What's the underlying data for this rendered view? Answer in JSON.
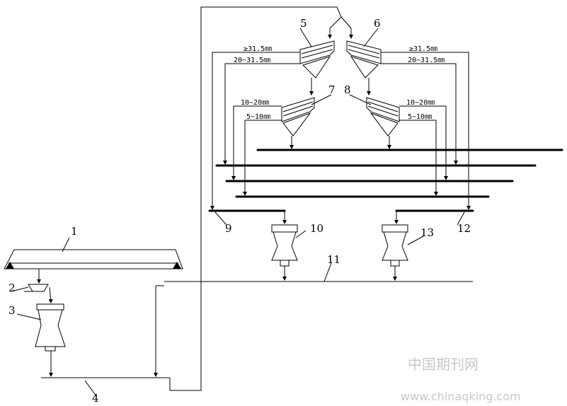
{
  "labels": {
    "n1": "1",
    "n2": "2",
    "n3": "3",
    "n4": "4",
    "n5": "5",
    "n6": "6",
    "n7": "7",
    "n8": "8",
    "n9": "9",
    "n10": "10",
    "n11": "11",
    "n12": "12",
    "n13": "13"
  },
  "sizes": {
    "left_over": "≥31.5㎜",
    "left_mid": "20~31.5㎜",
    "right_over": "≥31.5㎜",
    "right_mid": "20~31.5㎜",
    "left_10_20": "10~20㎜",
    "left_5_10": "5~10㎜",
    "right_10_20": "10~20㎜",
    "right_5_10": "5~10㎜"
  },
  "watermark": {
    "cn": "中国期刊网",
    "url": "www.chinaqking.com"
  }
}
